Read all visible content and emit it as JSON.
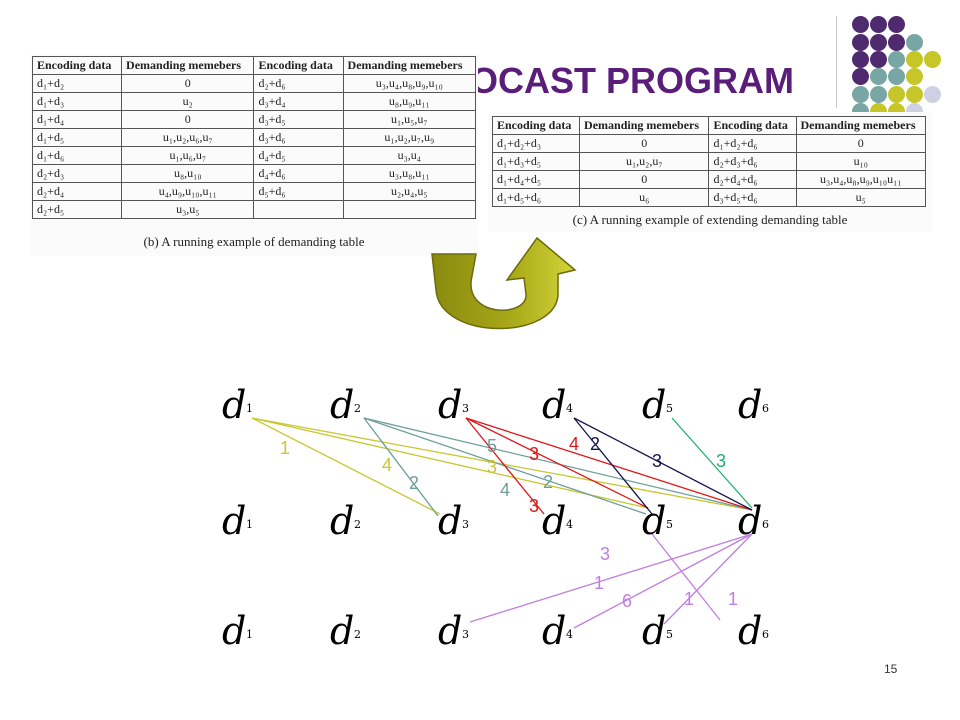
{
  "slide": {
    "title": "OCAST PROGRAM",
    "page_number": "15"
  },
  "decor": {
    "colors": {
      "purple": "#4f2a6e",
      "teal": "#78a6a4",
      "yellow": "#c6c628",
      "lavender": "#d0d0e4"
    }
  },
  "demanding_table": {
    "headers": [
      "Encoding data",
      "Demanding memebers",
      "Encoding data",
      "Demanding memebers"
    ],
    "rows": [
      [
        "d₁+d₂",
        "0",
        "d₂+d₆",
        "u₃,u₄,u₈,u₉,u₁₀"
      ],
      [
        "d₁+d₃",
        "u₂",
        "d₃+d₄",
        "u₈,u₉,u₁₁"
      ],
      [
        "d₁+d₄",
        "0",
        "d₃+d₅",
        "u₁,u₅,u₇"
      ],
      [
        "d₁+d₅",
        "u₁,u₂,u₆,u₇",
        "d₃+d₆",
        "u₁,u₂,u₇,u₉"
      ],
      [
        "d₁+d₆",
        "u₁,u₆,u₇",
        "d₄+d₅",
        "u₃,u₄"
      ],
      [
        "d₂+d₃",
        "u₈,u₁₀",
        "d₄+d₆",
        "u₃,u₈,u₁₁"
      ],
      [
        "d₂+d₄",
        "u₄,u₉,u₁₀,u₁₁",
        "d₅+d₆",
        "u₂,u₄,u₅"
      ],
      [
        "d₂+d₅",
        "u₃,u₅",
        "",
        ""
      ]
    ],
    "caption": "(b) A running example of demanding table"
  },
  "extending_table": {
    "headers": [
      "Encoding data",
      "Demanding memebers",
      "Encoding data",
      "Demanding memebers"
    ],
    "rows": [
      [
        "d₁+d₂+d₃",
        "0",
        "d₁+d₂+d₆",
        "0"
      ],
      [
        "d₁+d₃+d₅",
        "u₁,u₂,u₇",
        "d₂+d₃+d₆",
        "u₁₀"
      ],
      [
        "d₁+d₄+d₅",
        "0",
        "d₂+d₄+d₆",
        "u₃,u₄,u₈,u₉,u₁₀u₁₁"
      ],
      [
        "d₁+d₅+d₆",
        "u₆",
        "d₃+d₅+d₆",
        "u₅"
      ]
    ],
    "caption": "(c) A running example of extending demanding table"
  },
  "diagram": {
    "node_letter": "d",
    "rows": [
      [
        "1",
        "2",
        "3",
        "4",
        "5",
        "6"
      ],
      [
        "1",
        "2",
        "3",
        "4",
        "5",
        "6"
      ],
      [
        "1",
        "2",
        "3",
        "4",
        "5",
        "6"
      ]
    ],
    "edge_colors": {
      "yellow": "#c8c832",
      "teal": "#6e9e9c",
      "red": "#e01818",
      "navy": "#141450",
      "green": "#20b070",
      "lavender": "#c07ee0"
    },
    "edge_labels": [
      {
        "text": "1",
        "color": "#c8c832"
      },
      {
        "text": "4",
        "color": "#c8c832"
      },
      {
        "text": "2",
        "color": "#6e9e9c"
      },
      {
        "text": "5",
        "color": "#6e9e9c"
      },
      {
        "text": "3",
        "color": "#c8c832"
      },
      {
        "text": "4",
        "color": "#6e9e9c"
      },
      {
        "text": "3",
        "color": "#e01818"
      },
      {
        "text": "3",
        "color": "#e01818"
      },
      {
        "text": "2",
        "color": "#6e9e9c"
      },
      {
        "text": "4",
        "color": "#e01818"
      },
      {
        "text": "2",
        "color": "#141450"
      },
      {
        "text": "3",
        "color": "#141450"
      },
      {
        "text": "3",
        "color": "#20b070"
      },
      {
        "text": "3",
        "color": "#c07ee0"
      },
      {
        "text": "1",
        "color": "#c07ee0"
      },
      {
        "text": "6",
        "color": "#c07ee0"
      },
      {
        "text": "1",
        "color": "#c07ee0"
      },
      {
        "text": "1",
        "color": "#c07ee0"
      }
    ]
  }
}
